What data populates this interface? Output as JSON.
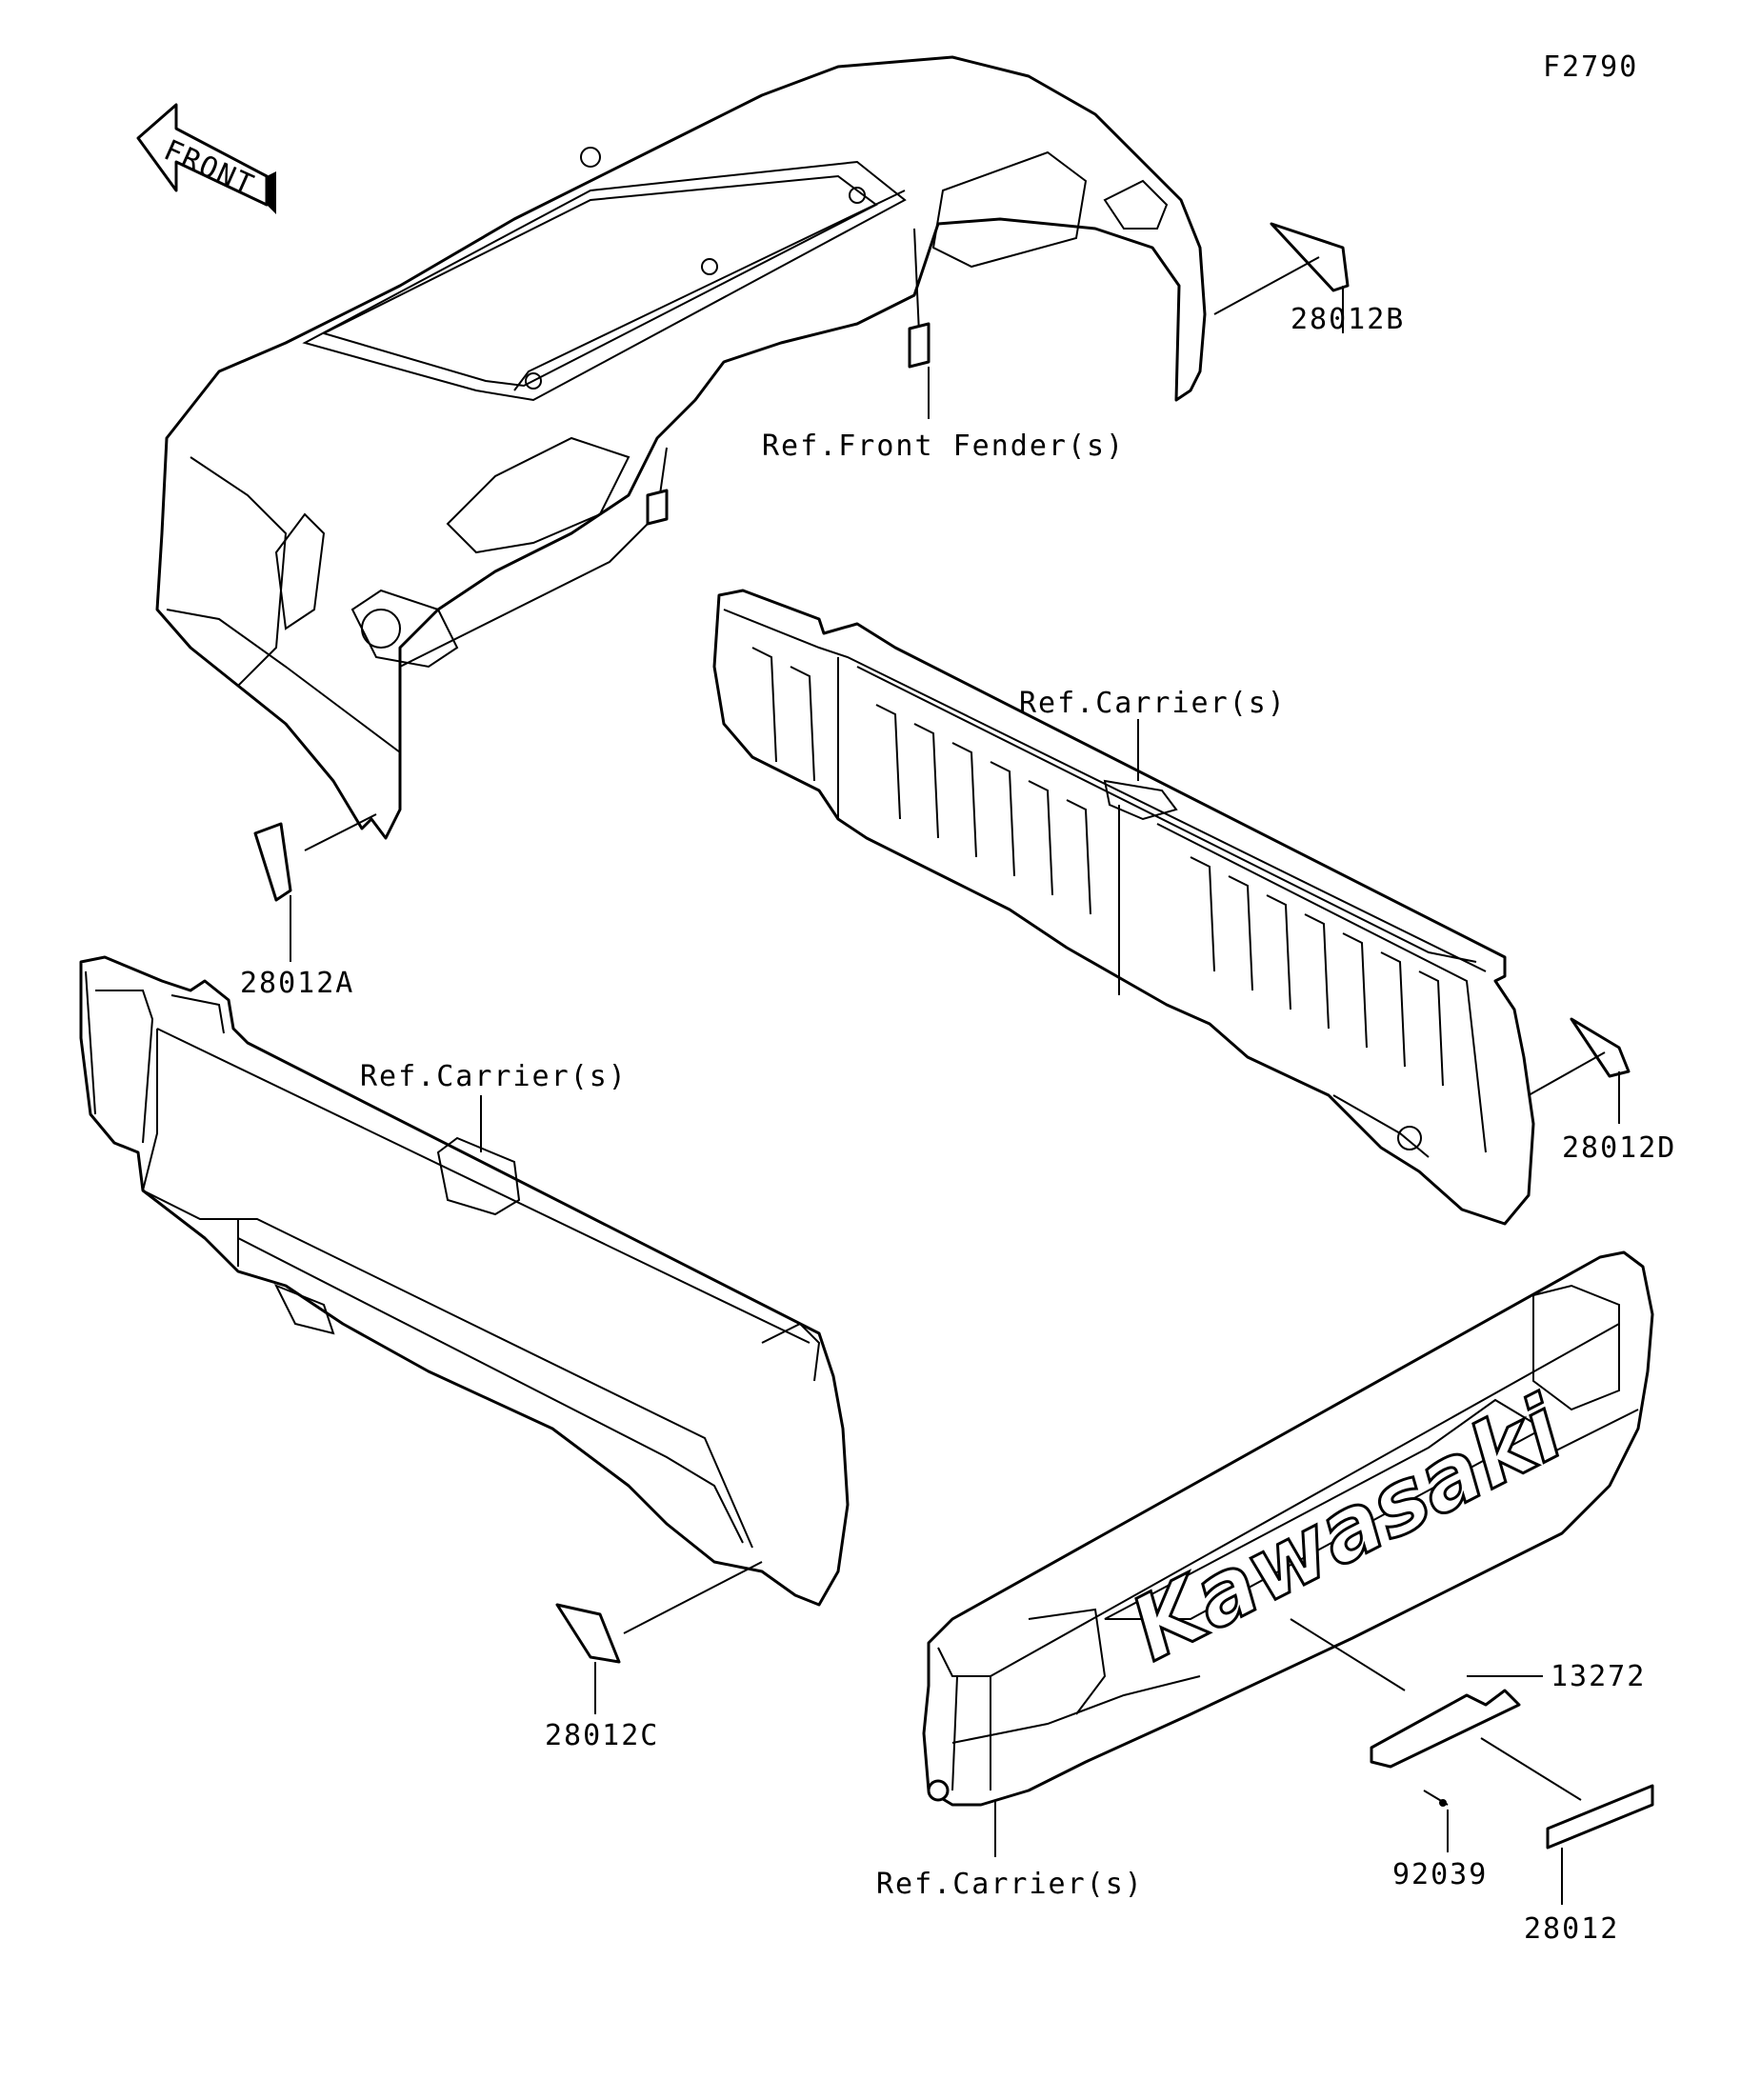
{
  "figure_id": "F2790",
  "front_arrow_label": "FRONT",
  "brand_text": "Kawasaki",
  "callouts": {
    "front_fender": "Ref.Front Fender(s)",
    "carrier_upper": "Ref.Carrier(s)",
    "carrier_left": "Ref.Carrier(s)",
    "carrier_bottom": "Ref.Carrier(s)",
    "p28012A": "28012A",
    "p28012B": "28012B",
    "p28012C": "28012C",
    "p28012D": "28012D",
    "p13272": "13272",
    "p92039": "92039",
    "p28012": "28012"
  },
  "colors": {
    "line": "#000000",
    "background": "#ffffff"
  }
}
